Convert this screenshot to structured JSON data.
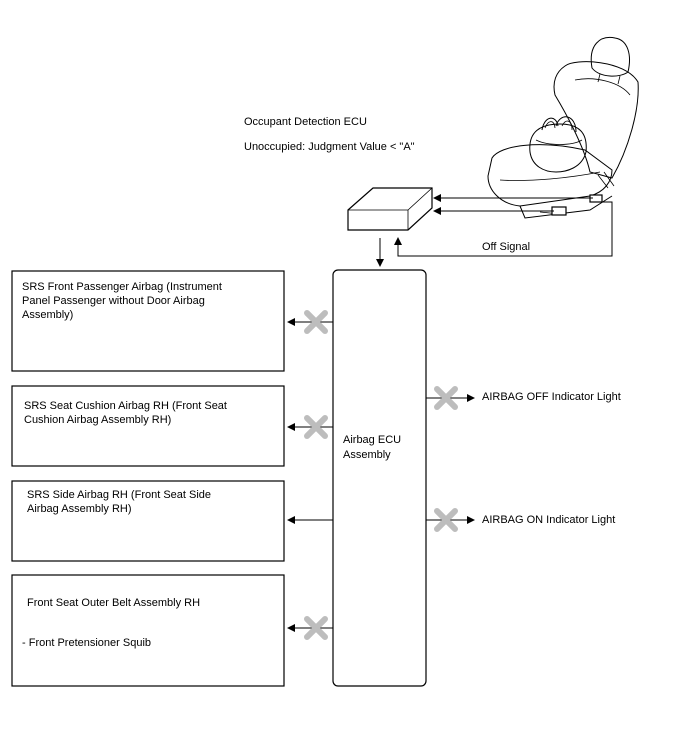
{
  "occupant_ecu": {
    "title": "Occupant Detection ECU",
    "condition": "Unoccupied: Judgment Value < \"A\""
  },
  "off_signal": "Off Signal",
  "airbag_ecu": {
    "line1": "Airbag ECU",
    "line2": "Assembly"
  },
  "outputs_left": [
    {
      "lines": [
        "SRS Front Passenger Airbag (Instrument",
        "Panel Passenger without Door Airbag",
        "Assembly)"
      ],
      "blocked": true
    },
    {
      "lines": [
        "SRS Seat Cushion Airbag RH (Front Seat",
        "Cushion Airbag Assembly RH)"
      ],
      "blocked": true
    },
    {
      "lines": [
        "SRS Side Airbag RH (Front Seat Side",
        "Airbag Assembly RH)"
      ],
      "blocked": false
    },
    {
      "lines": [
        "Front Seat Outer Belt Assembly RH",
        "",
        "- Front Pretensioner Squib"
      ],
      "blocked": true
    }
  ],
  "outputs_right": [
    {
      "label": "AIRBAG OFF Indicator Light",
      "blocked": true
    },
    {
      "label": "AIRBAG ON Indicator Light",
      "blocked": true
    }
  ]
}
